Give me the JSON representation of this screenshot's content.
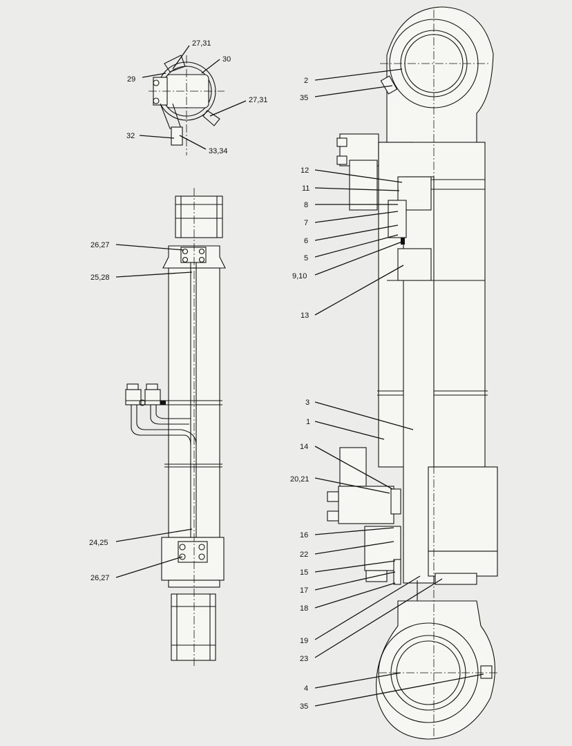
{
  "callouts": {
    "top_detail": [
      "27,31",
      "30",
      "29",
      "27,31",
      "32",
      "33,34"
    ],
    "left_view": [
      "26,27",
      "25,28",
      "24,25",
      "26,27"
    ],
    "right_view": [
      "2",
      "35",
      "12",
      "11",
      "8",
      "7",
      "6",
      "5",
      "9,10",
      "13",
      "3",
      "1",
      "14",
      "20,21",
      "16",
      "22",
      "15",
      "17",
      "18",
      "19",
      "23",
      "4",
      "35"
    ]
  }
}
